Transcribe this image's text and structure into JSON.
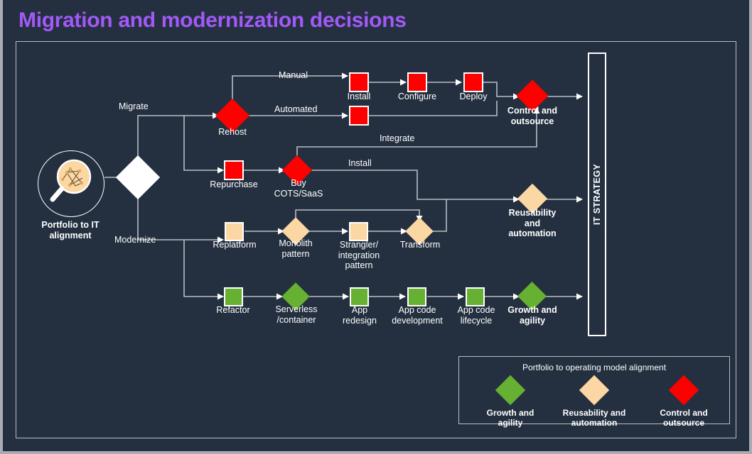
{
  "page": {
    "title": "Migration and modernization decisions",
    "title_color": "#a259f7",
    "background": "#243040",
    "border_color": "#b9bdc4"
  },
  "palette": {
    "red": "#ff0000",
    "green": "#66b032",
    "peach": "#fbd7a4",
    "white": "#ffffff",
    "line": "#b9bdc4"
  },
  "start": {
    "icon": "magnifier-network-icon",
    "label": "Portfolio to IT\nalignment"
  },
  "decision": {
    "name": "root-decision-diamond",
    "color": "#ffffff"
  },
  "edge_labels": {
    "migrate": "Migrate",
    "modernize": "Modernize",
    "manual": "Manual",
    "automated": "Automated",
    "integrate": "Integrate",
    "install": "Install"
  },
  "nodes": {
    "rehost": {
      "label": "Rehost",
      "shape": "diamond",
      "color": "#ff0000",
      "bold": false
    },
    "install": {
      "label": "Install",
      "shape": "square",
      "color": "#ff0000",
      "bold": false
    },
    "configure": {
      "label": "Configure",
      "shape": "square",
      "color": "#ff0000",
      "bold": false
    },
    "deploy": {
      "label": "Deploy",
      "shape": "square",
      "color": "#ff0000",
      "bold": false
    },
    "automated_box": {
      "label": "",
      "shape": "square",
      "color": "#ff0000",
      "bold": false
    },
    "repurchase": {
      "label": "Repurchase",
      "shape": "square",
      "color": "#ff0000",
      "bold": false
    },
    "buy_cots": {
      "label": "Buy\nCOTS/SaaS",
      "shape": "diamond",
      "color": "#ff0000",
      "bold": false
    },
    "control": {
      "label": "Control and\noutsource",
      "shape": "diamond",
      "color": "#ff0000",
      "bold": true
    },
    "replatform": {
      "label": "Replatform",
      "shape": "square",
      "color": "#fbd7a4",
      "bold": false
    },
    "monolith": {
      "label": "Monolith\npattern",
      "shape": "diamond",
      "color": "#fbd7a4",
      "bold": false
    },
    "strangler": {
      "label": "Strangler/\nintegration\npattern",
      "shape": "square",
      "color": "#fbd7a4",
      "bold": false
    },
    "transform": {
      "label": "Transform",
      "shape": "diamond",
      "color": "#fbd7a4",
      "bold": false
    },
    "reusability": {
      "label": "Reusability\nand\nautomation",
      "shape": "diamond",
      "color": "#fbd7a4",
      "bold": true
    },
    "refactor": {
      "label": "Refactor",
      "shape": "square",
      "color": "#66b032",
      "bold": false
    },
    "serverless": {
      "label": "Serverless\n/container",
      "shape": "diamond",
      "color": "#66b032",
      "bold": false
    },
    "app_redesign": {
      "label": "App\nredesign",
      "shape": "square",
      "color": "#66b032",
      "bold": false
    },
    "app_code_dev": {
      "label": "App code\ndevelopment",
      "shape": "square",
      "color": "#66b032",
      "bold": false
    },
    "app_code_life": {
      "label": "App code\nlifecycle",
      "shape": "square",
      "color": "#66b032",
      "bold": false
    },
    "growth": {
      "label": "Growth and\nagility",
      "shape": "diamond",
      "color": "#66b032",
      "bold": true
    }
  },
  "it_strategy": {
    "label": "IT STRATEGY"
  },
  "legend": {
    "title": "Portfolio  to operating model alignment",
    "items": [
      {
        "label": "Growth and\nagility",
        "color": "#66b032"
      },
      {
        "label": "Reusability and\nautomation",
        "color": "#fbd7a4"
      },
      {
        "label": "Control and\noutsource",
        "color": "#ff0000"
      }
    ]
  }
}
